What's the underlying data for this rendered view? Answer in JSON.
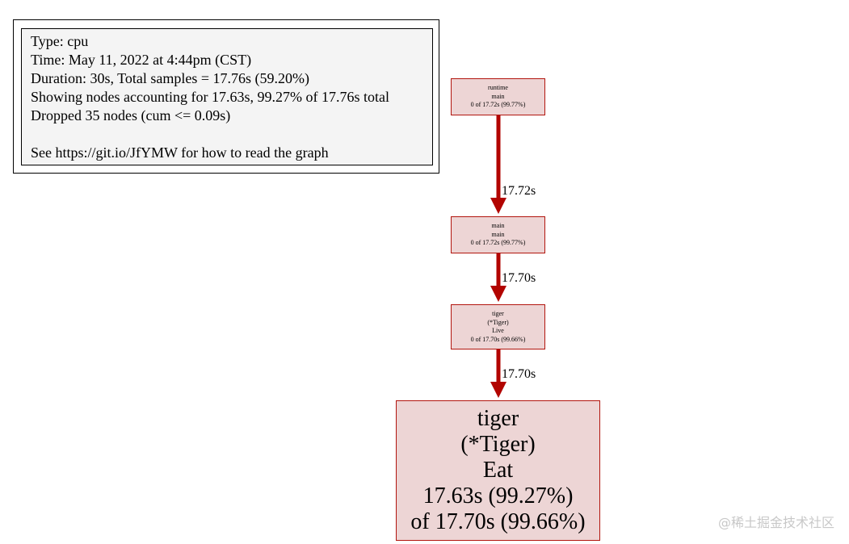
{
  "legend": {
    "lines": [
      "Type: cpu",
      "Time: May 11, 2022 at 4:44pm (CST)",
      "Duration: 30s, Total samples = 17.76s (59.20%)",
      "Showing nodes accounting for 17.63s, 99.27% of 17.76s total",
      "Dropped 35 nodes (cum <= 0.09s)",
      "",
      "See https://git.io/JfYMW for how to read the graph"
    ]
  },
  "nodes": [
    {
      "id": "runtime-main",
      "lines": [
        "runtime",
        "main",
        "0 of 17.72s (99.77%)"
      ]
    },
    {
      "id": "main-main",
      "lines": [
        "main",
        "main",
        "0 of 17.72s (99.77%)"
      ]
    },
    {
      "id": "tiger-live",
      "lines": [
        "tiger",
        "(*Tiger)",
        "Live",
        "0 of 17.70s (99.66%)"
      ]
    },
    {
      "id": "tiger-eat",
      "lines": [
        "tiger",
        "(*Tiger)",
        "Eat",
        "17.63s (99.27%)",
        "of 17.70s (99.66%)"
      ]
    }
  ],
  "edges": [
    {
      "from": "runtime-main",
      "to": "main-main",
      "label": "17.72s"
    },
    {
      "from": "main-main",
      "to": "tiger-live",
      "label": "17.70s"
    },
    {
      "from": "tiger-live",
      "to": "tiger-eat",
      "label": "17.70s"
    }
  ],
  "colors": {
    "node_fill": "#edd5d5",
    "node_border": "#b2150e",
    "edge": "#b20400",
    "legend_fill": "#f4f4f4"
  },
  "watermark": "@稀土掘金技术社区"
}
